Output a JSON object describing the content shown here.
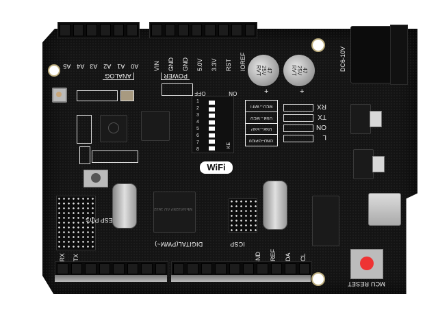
{
  "image": {
    "subject": "Arduino UNO-form-factor board with integrated ESP8266 WiFi",
    "background_color": "#ffffff",
    "pcb_color": "#141414"
  },
  "silkscreen": {
    "analog_pins": [
      "A5",
      "A4",
      "A3",
      "A2",
      "A1",
      "A0"
    ],
    "analog_label": "ANALOG",
    "power_pins": [
      "VIN",
      "GND",
      "GND",
      "5.0V",
      "3.3V",
      "RST",
      "IOREF"
    ],
    "power_label": "POWER",
    "dc_jack_label": "DC6-10V",
    "capacitors": [
      {
        "value": "47",
        "voltage": "25V",
        "brand": "RVT"
      },
      {
        "value": "47",
        "voltage": "25V",
        "brand": "RVT"
      }
    ],
    "cap_polarity": "+",
    "dip_switch": {
      "off_label": "OFF",
      "on_label": "ON",
      "ke_label": "KE",
      "numbers": [
        "1",
        "2",
        "3",
        "4",
        "5",
        "6",
        "7",
        "8"
      ]
    },
    "mode_table": [
      "MCU↔WIFI",
      "USB↔MCU",
      "USB↔ESP",
      "GND–GPIO0"
    ],
    "leds": [
      "RX",
      "TX",
      "ON",
      "L"
    ],
    "wifi_logo": "WiFi",
    "esp_header_label": "ESP Pin's",
    "esp_rx_tx": [
      "RX",
      "TX"
    ],
    "digital_label": "DIGITAL(PWM~)",
    "icsp_label": "ICSP",
    "digital_pins_right": [
      "GND",
      "AREF",
      "SDA",
      "SCL"
    ],
    "reset_label": "MCU RESET",
    "mcu_marking": "MEGA328P AU 1632"
  }
}
